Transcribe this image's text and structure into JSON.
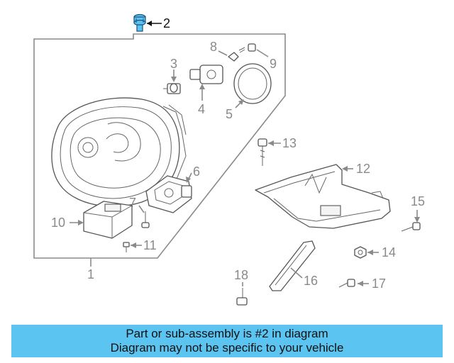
{
  "diagram": {
    "highlight_color": "#5bc4f1",
    "callouts": {
      "c1": "1",
      "c2": "2",
      "c3": "3",
      "c4": "4",
      "c5": "5",
      "c6": "6",
      "c7": "7",
      "c8": "8",
      "c9": "9",
      "c10": "10",
      "c11": "11",
      "c12": "12",
      "c13": "13",
      "c14": "14",
      "c15": "15",
      "c16": "16",
      "c17": "17",
      "c18": "18"
    }
  },
  "banner": {
    "line1": "Part or sub-assembly is #2 in diagram",
    "line2": "Diagram may not be specific to your vehicle",
    "background": "#5bc4f1"
  }
}
